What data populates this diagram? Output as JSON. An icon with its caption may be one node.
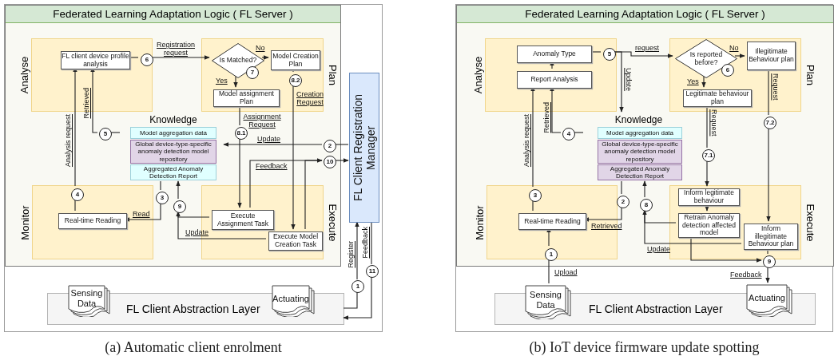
{
  "diagram": {
    "nodes": [
      {
        "text": [
          "(a) Automatic client enrolment"
        ]
      },
      {
        "text": [
          "Federated Learning Adaptation Logic ( FL Server )"
        ],
        "in": 0
      },
      {
        "text": [
          "Analyse"
        ],
        "in": 1
      },
      {
        "text": [
          "FL client device profile analysis"
        ],
        "in": 2
      },
      {
        "text": [
          "Plan"
        ],
        "in": 1
      },
      {
        "text": [
          "Is Matched?"
        ],
        "in": 4
      },
      {
        "text": [
          "7"
        ],
        "in": 4
      },
      {
        "text": [
          "Model Creation Plan"
        ],
        "in": 4
      },
      {
        "text": [
          "Model assignment Plan"
        ],
        "in": 4
      },
      {
        "text": [
          "Knowledge"
        ],
        "in": 1
      },
      {
        "text": [
          "Model aggregation data"
        ],
        "in": 9
      },
      {
        "text": [
          "Global device-type-specific anomaly detection model repository"
        ],
        "in": 9
      },
      {
        "text": [
          "Aggregated Anomaly Detection Report"
        ],
        "in": 9
      },
      {
        "text": [
          "Monitor"
        ],
        "in": 1
      },
      {
        "text": [
          "Real-time Reading"
        ],
        "in": 13
      },
      {
        "text": [
          "Execute"
        ],
        "in": 1
      },
      {
        "text": [
          "Execute Assignment Task"
        ],
        "in": 15
      },
      {
        "text": [
          "Execute Model Creation Task"
        ],
        "in": 15
      },
      {
        "text": [
          "FL Client Registration Manager"
        ],
        "in": 0
      },
      {
        "text": [
          "FL Client Abstraction Layer"
        ],
        "in": 0
      },
      {
        "text": [
          "Sensing Data"
        ],
        "in": 19
      },
      {
        "text": [
          "Actuating"
        ],
        "in": 19
      },
      {
        "text": [
          "6"
        ],
        "in": 2
      },
      {
        "text": [
          "8.2"
        ],
        "in": 4
      },
      {
        "text": [
          "8.1"
        ],
        "in": 1
      },
      {
        "text": [
          "5"
        ],
        "in": 1
      },
      {
        "text": [
          "2"
        ],
        "in": 1
      },
      {
        "text": [
          "10"
        ],
        "in": 1
      },
      {
        "text": [
          "4"
        ],
        "in": 13
      },
      {
        "text": [
          "3"
        ],
        "in": 1
      },
      {
        "text": [
          "9"
        ],
        "in": 1
      },
      {
        "text": [
          "1"
        ],
        "in": 0
      },
      {
        "text": [
          "11"
        ],
        "in": 0
      },
      {
        "text": [
          "(b) IoT device firmware update spotting"
        ]
      },
      {
        "text": [
          "Federated Learning Adaptation Logic ( FL Server )"
        ],
        "in": 33
      },
      {
        "text": [
          "Analyse"
        ],
        "in": 34
      },
      {
        "text": [
          "Anomaly Type"
        ],
        "in": 35
      },
      {
        "text": [
          "Report Analysis"
        ],
        "in": 35
      },
      {
        "text": [
          "Plan"
        ],
        "in": 34
      },
      {
        "text": [
          "Is reported before?"
        ],
        "in": 38
      },
      {
        "text": [
          "6"
        ],
        "in": 38
      },
      {
        "text": [
          "Illegitimate Behaviour plan"
        ],
        "in": 38
      },
      {
        "text": [
          "Legitimate behaviour plan"
        ],
        "in": 38
      },
      {
        "text": [
          "Knowledge"
        ],
        "in": 34
      },
      {
        "text": [
          "Model aggregation data"
        ],
        "in": 43
      },
      {
        "text": [
          "Global device-type-specific anomaly detection model repository"
        ],
        "in": 43
      },
      {
        "text": [
          "Aggregated Anomaly Detection Report"
        ],
        "in": 43
      },
      {
        "text": [
          "Monitor"
        ],
        "in": 34
      },
      {
        "text": [
          "Real-time Reading"
        ],
        "in": 47
      },
      {
        "text": [
          "3"
        ],
        "in": 47
      },
      {
        "text": [
          "1"
        ],
        "in": 47
      },
      {
        "text": [
          "2"
        ],
        "in": 34
      },
      {
        "text": [
          "Execute"
        ],
        "in": 34
      },
      {
        "text": [
          "Inform legitimate behaviour"
        ],
        "in": 52
      },
      {
        "text": [
          "Retrain Anomaly detection affected model"
        ],
        "in": 52
      },
      {
        "text": [
          "Inform illegitimate Behaviour plan"
        ],
        "in": 52
      },
      {
        "text": [
          "FL Client Abstraction Layer"
        ],
        "in": 33
      },
      {
        "text": [
          "Sensing Data"
        ],
        "in": 56
      },
      {
        "text": [
          "Actuating"
        ],
        "in": 56
      },
      {
        "text": [
          "5"
        ],
        "in": 35
      },
      {
        "text": [
          "4"
        ],
        "in": 34
      },
      {
        "text": [
          "7.2"
        ],
        "in": 34
      },
      {
        "text": [
          "7.1"
        ],
        "in": 34
      },
      {
        "text": [
          "8"
        ],
        "in": 34
      },
      {
        "text": [
          "9"
        ],
        "in": 34
      }
    ],
    "edges": [
      {
        "from": 19,
        "to": 31,
        "arrow": "none"
      },
      {
        "from": 31,
        "to": 18,
        "arrow": "to",
        "label": "Register"
      },
      {
        "from": 18,
        "to": 26,
        "arrow": "none"
      },
      {
        "from": 26,
        "to": 9,
        "arrow": "to",
        "label": "Update"
      },
      {
        "from": 9,
        "to": 29,
        "arrow": "none"
      },
      {
        "from": 29,
        "to": 14,
        "arrow": "to",
        "label": "Read"
      },
      {
        "from": 14,
        "to": 28,
        "arrow": "none"
      },
      {
        "from": 28,
        "to": 3,
        "arrow": "to",
        "label": "Analysis request"
      },
      {
        "from": 9,
        "to": 25,
        "arrow": "none"
      },
      {
        "from": 25,
        "to": 3,
        "arrow": "to",
        "label": "Retrieved"
      },
      {
        "from": 3,
        "to": 22,
        "arrow": "none"
      },
      {
        "from": 22,
        "to": 5,
        "arrow": "to",
        "label": "Registration request"
      },
      {
        "from": 5,
        "to": 7,
        "arrow": "to",
        "label": "No"
      },
      {
        "from": 5,
        "to": 8,
        "arrow": "to",
        "label": "Yes"
      },
      {
        "from": 8,
        "to": 24,
        "arrow": "none"
      },
      {
        "from": 24,
        "to": 16,
        "arrow": "to",
        "label": "Assignment Request"
      },
      {
        "from": 7,
        "to": 23,
        "arrow": "none"
      },
      {
        "from": 23,
        "to": 17,
        "arrow": "to",
        "label": "Creation Request"
      },
      {
        "from": 16,
        "to": 30,
        "arrow": "to"
      },
      {
        "from": 17,
        "to": 30,
        "arrow": "none",
        "label": "Update"
      },
      {
        "from": 30,
        "to": 9,
        "arrow": "to"
      },
      {
        "from": 16,
        "to": 27,
        "arrow": "none",
        "label": "Feedback"
      },
      {
        "from": 17,
        "to": 27,
        "arrow": "to"
      },
      {
        "from": 27,
        "to": 18,
        "arrow": "to"
      },
      {
        "from": 18,
        "to": 32,
        "arrow": "none",
        "label": "Feedback"
      },
      {
        "from": 32,
        "to": 19,
        "arrow": "to"
      },
      {
        "from": 57,
        "to": 50,
        "arrow": "none",
        "label": "Upload"
      },
      {
        "from": 50,
        "to": 48,
        "arrow": "to"
      },
      {
        "from": 43,
        "to": 51,
        "arrow": "none"
      },
      {
        "from": 51,
        "to": 48,
        "arrow": "to",
        "label": "Retrieved"
      },
      {
        "from": 48,
        "to": 49,
        "arrow": "none"
      },
      {
        "from": 49,
        "to": 37,
        "arrow": "to",
        "label": "Analysis request"
      },
      {
        "from": 43,
        "to": 60,
        "arrow": "none"
      },
      {
        "from": 60,
        "to": 37,
        "arrow": "to",
        "label": "Retrieved"
      },
      {
        "from": 37,
        "to": 36,
        "arrow": "to"
      },
      {
        "from": 36,
        "to": 59,
        "arrow": "none"
      },
      {
        "from": 59,
        "to": 39,
        "arrow": "to",
        "label": "request"
      },
      {
        "from": 59,
        "to": 43,
        "arrow": "to",
        "label": "Update"
      },
      {
        "from": 39,
        "to": 41,
        "arrow": "to",
        "label": "No"
      },
      {
        "from": 39,
        "to": 42,
        "arrow": "to",
        "label": "Yes"
      },
      {
        "from": 42,
        "to": 62,
        "arrow": "none",
        "label": "Request"
      },
      {
        "from": 62,
        "to": 53,
        "arrow": "to"
      },
      {
        "from": 41,
        "to": 61,
        "arrow": "none",
        "label": "Request"
      },
      {
        "from": 61,
        "to": 55,
        "arrow": "to"
      },
      {
        "from": 53,
        "to": 54,
        "arrow": "to"
      },
      {
        "from": 54,
        "to": 63,
        "arrow": "to"
      },
      {
        "from": 55,
        "to": 63,
        "arrow": "none",
        "label": "Update"
      },
      {
        "from": 63,
        "to": 43,
        "arrow": "to"
      },
      {
        "from": 54,
        "to": 64,
        "arrow": "to"
      },
      {
        "from": 55,
        "to": 64,
        "arrow": "none"
      },
      {
        "from": 64,
        "to": 58,
        "arrow": "to",
        "label": "Feedback"
      }
    ]
  }
}
